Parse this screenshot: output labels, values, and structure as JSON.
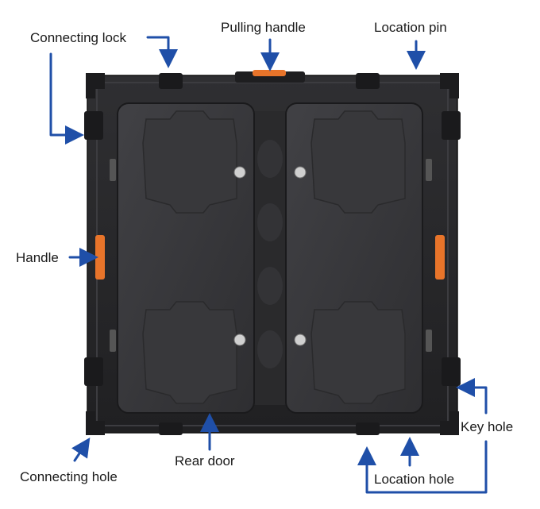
{
  "labels": {
    "connecting_lock": "Connecting lock",
    "pulling_handle": "Pulling handle",
    "location_pin": "Location pin",
    "handle": "Handle",
    "key_hole": "Key hole",
    "connecting_hole": "Connecting hole",
    "rear_door": "Rear door",
    "location_hole": "Location hole"
  },
  "colors": {
    "arrow": "#1f4fa8",
    "cabinet": "#2b2b2d",
    "cabinet_dark": "#1c1c1e",
    "door": "#3a3a3d",
    "accent_orange": "#e8742a",
    "label_text": "#1a1a1a",
    "background": "#ffffff"
  }
}
